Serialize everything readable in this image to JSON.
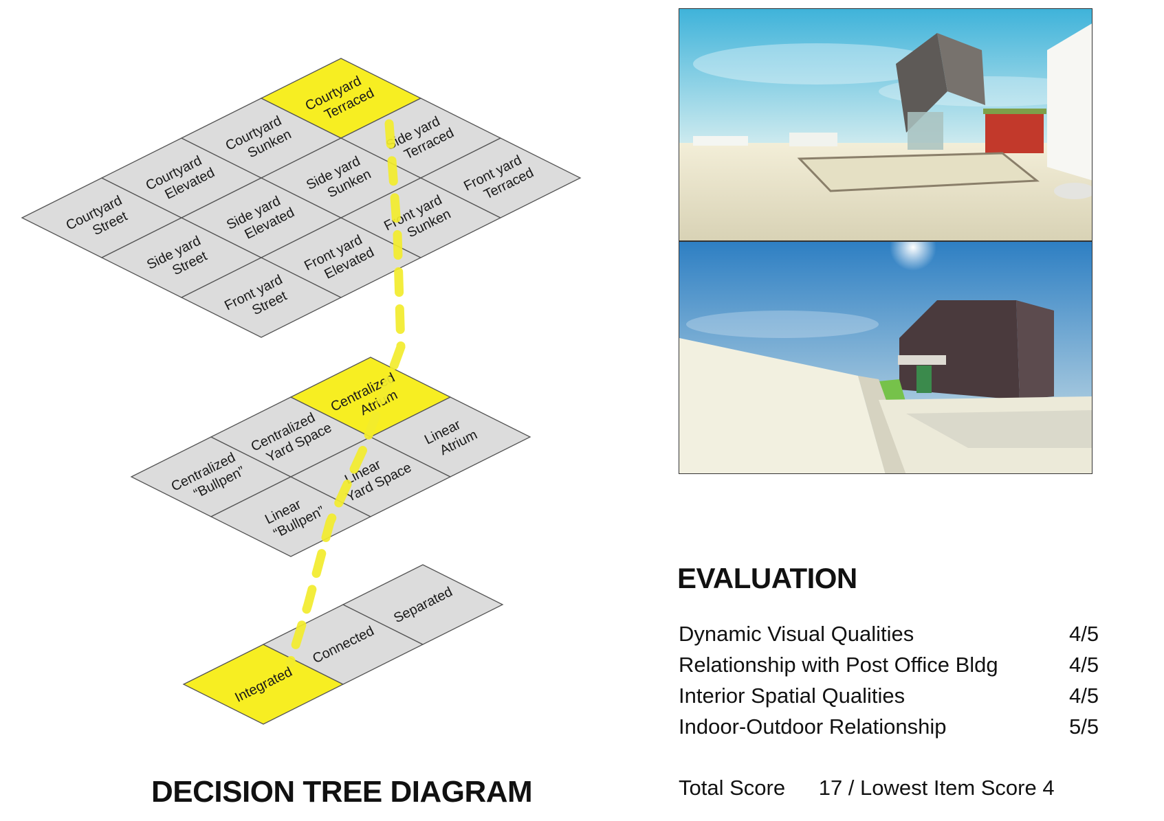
{
  "diagram": {
    "title": "DECISION TREE DIAGRAM",
    "colors": {
      "selected": "#f7ee22",
      "unselected": "#dcdcdc",
      "path": "#f2ec2c"
    },
    "layers": [
      {
        "name": "site",
        "cells": [
          {
            "lines": [
              "Courtyard",
              "Street"
            ]
          },
          {
            "lines": [
              "Courtyard",
              "Elevated"
            ]
          },
          {
            "lines": [
              "Courtyard",
              "Sunken"
            ]
          },
          {
            "lines": [
              "Courtyard",
              "Terraced"
            ],
            "selected": true
          },
          {
            "lines": [
              "Side yard",
              "Street"
            ]
          },
          {
            "lines": [
              "Side yard",
              "Elevated"
            ]
          },
          {
            "lines": [
              "Side yard",
              "Sunken"
            ]
          },
          {
            "lines": [
              "Side yard",
              "Terraced"
            ]
          },
          {
            "lines": [
              "Front yard",
              "Street"
            ]
          },
          {
            "lines": [
              "Front yard",
              "Elevated"
            ]
          },
          {
            "lines": [
              "Front yard",
              "Sunken"
            ]
          },
          {
            "lines": [
              "Front yard",
              "Terraced"
            ]
          }
        ]
      },
      {
        "name": "organization",
        "cells": [
          {
            "lines": [
              "Centralized",
              "“Bullpen”"
            ]
          },
          {
            "lines": [
              "Centralized",
              "Yard Space"
            ]
          },
          {
            "lines": [
              "Centralized",
              "Atrium"
            ],
            "selected": true
          },
          {
            "lines": [
              "Linear",
              "“Bullpen”"
            ]
          },
          {
            "lines": [
              "Linear",
              "Yard Space"
            ]
          },
          {
            "lines": [
              "Linear",
              "Atrium"
            ]
          }
        ]
      },
      {
        "name": "relationship",
        "cells": [
          {
            "lines": [
              "Integrated"
            ],
            "selected": true
          },
          {
            "lines": [
              "Connected"
            ]
          },
          {
            "lines": [
              "Separated"
            ]
          }
        ]
      }
    ]
  },
  "renders": [
    {
      "name": "render-exterior-plaza",
      "sky_top": "#3fb3da",
      "ground": "#ece7cf",
      "building": "#6a6562",
      "accent": "#c2392b"
    },
    {
      "name": "render-exterior-side",
      "sky_top": "#2e7fc3",
      "ground": "#e9e6d4",
      "building": "#4a3a3d",
      "accent": "#3b8a4c"
    }
  ],
  "evaluation": {
    "title": "EVALUATION",
    "items": [
      {
        "label": "Dynamic Visual Qualities",
        "score": "4/5"
      },
      {
        "label": "Relationship with Post Office Bldg",
        "score": "4/5"
      },
      {
        "label": "Interior Spatial Qualities",
        "score": "4/5"
      },
      {
        "label": "Indoor-Outdoor Relationship",
        "score": "5/5"
      }
    ],
    "total_label": "Total Score",
    "total_value": "17 / Lowest Item Score 4"
  }
}
